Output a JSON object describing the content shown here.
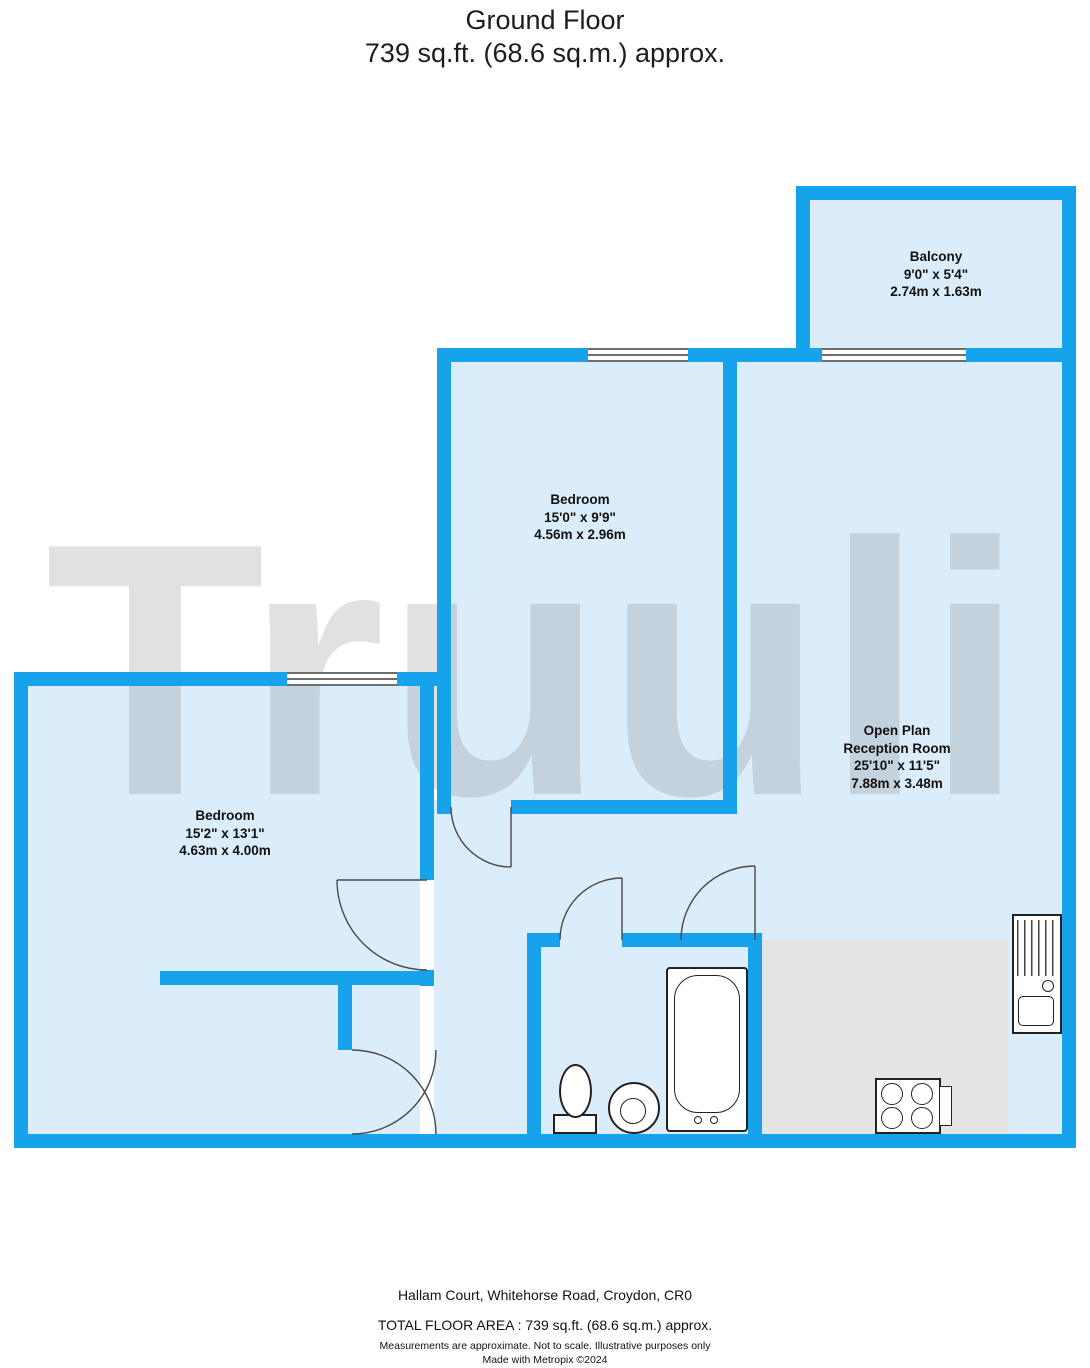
{
  "title": {
    "line1": "Ground Floor",
    "line2": "739 sq.ft. (68.6 sq.m.) approx."
  },
  "watermark": "Truuli",
  "colors": {
    "wall": "#17A3EC",
    "room_fill": "#DBEDFB",
    "kitchen_floor": "#E4E4E4"
  },
  "rooms": [
    {
      "name": "Balcony",
      "dims_ft": "9'0\" x 5'4\"",
      "dims_m": "2.74m x 1.63m"
    },
    {
      "name": "Bedroom",
      "dims_ft": "15'0\" x 9'9\"",
      "dims_m": "4.56m x 2.96m"
    },
    {
      "name": "Open Plan",
      "name2": "Reception Room",
      "dims_ft": "25'10\" x 11'5\"",
      "dims_m": "7.88m x 3.48m"
    },
    {
      "name": "Bedroom",
      "dims_ft": "15'2\" x 13'1\"",
      "dims_m": "4.63m x 4.00m"
    }
  ],
  "fixtures": [
    "bathtub",
    "toilet",
    "basin",
    "hob",
    "kitchen-sink"
  ],
  "footer": {
    "address": "Hallam Court, Whitehorse Road, Croydon, CR0",
    "total_area": "TOTAL FLOOR AREA : 739 sq.ft. (68.6 sq.m.) approx.",
    "disclaimer1": "Measurements are approximate. Not to scale. Illustrative purposes only",
    "disclaimer2": "Made with Metropix ©2024"
  }
}
